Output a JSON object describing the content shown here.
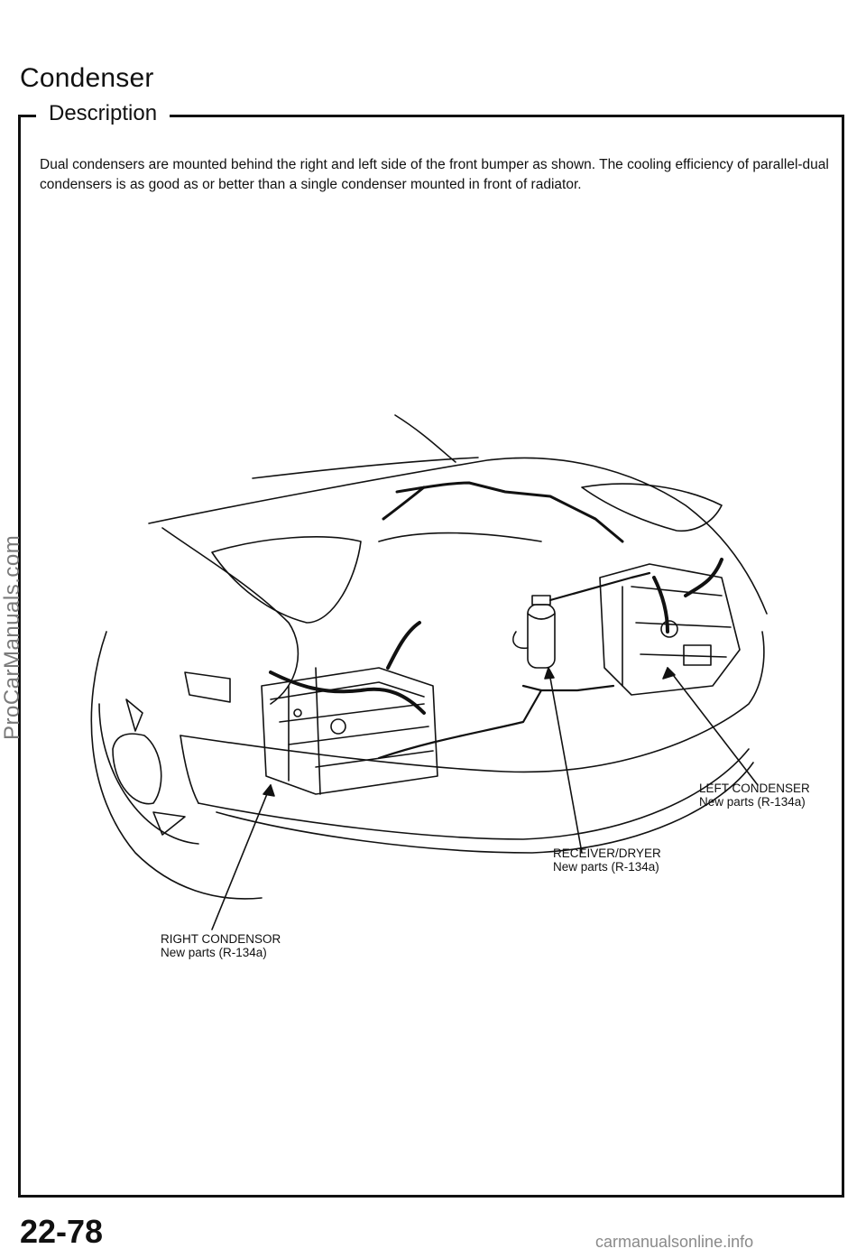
{
  "page": {
    "title": "Condenser",
    "section_heading": "Description",
    "description": "Dual condensers are mounted behind the right and left side of the front bumper as shown. The cooling efficiency of parallel-dual condensers is as good as or better than a single condenser mounted in front of radiator.",
    "page_number": "22-78"
  },
  "callouts": {
    "left_condenser": {
      "name": "LEFT CONDENSER",
      "note": "New parts  (R-134a)"
    },
    "receiver_dryer": {
      "name": "RECEIVER/DRYER",
      "note": "New parts  (R-134a)"
    },
    "right_condensor": {
      "name": "RIGHT  CONDENSOR",
      "note": "New parts  (R-134a)"
    }
  },
  "watermarks": {
    "side": "ProCarManuals.com",
    "bottom": "carmanualsonline.info"
  }
}
